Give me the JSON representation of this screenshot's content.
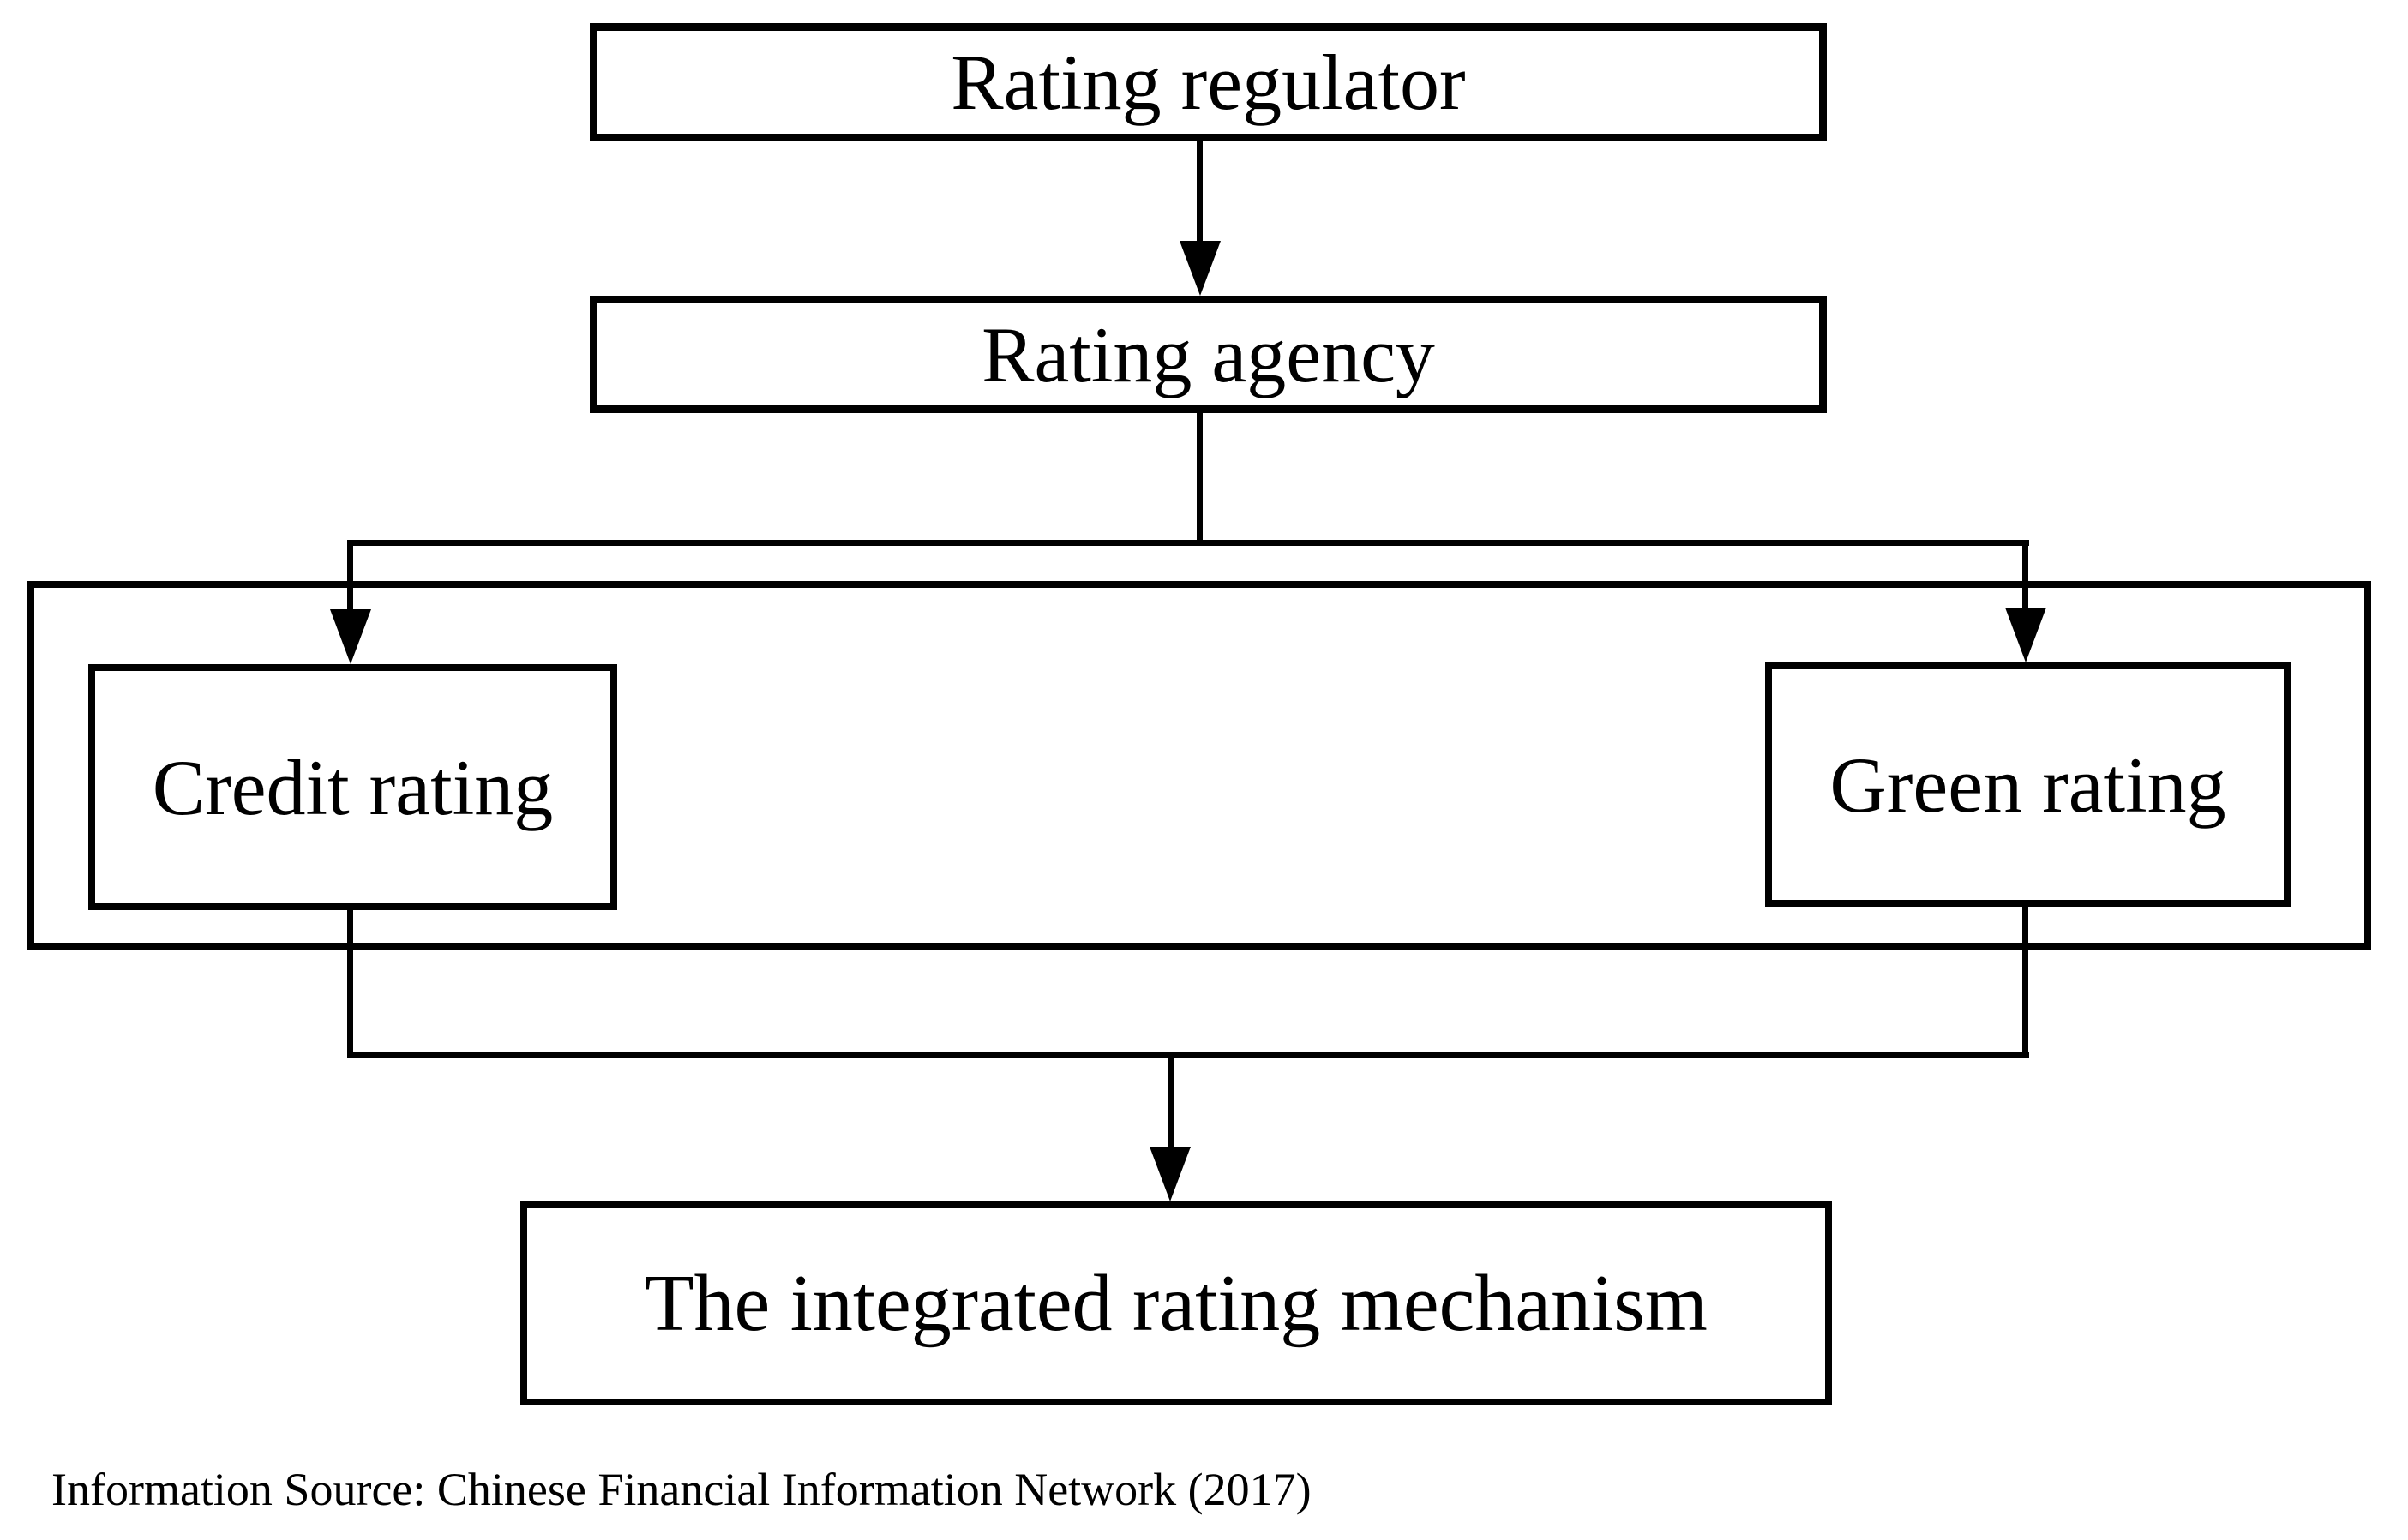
{
  "diagram": {
    "nodes": {
      "regulator": {
        "label": "Rating regulator"
      },
      "agency": {
        "label": "Rating agency"
      },
      "credit": {
        "label": "Credit rating"
      },
      "green": {
        "label": "Green rating"
      },
      "integrated": {
        "label": "The integrated rating mechanism"
      }
    },
    "edges": [
      {
        "from": "regulator",
        "to": "agency"
      },
      {
        "from": "agency",
        "to": "credit"
      },
      {
        "from": "agency",
        "to": "green"
      },
      {
        "from": "credit",
        "to": "integrated"
      },
      {
        "from": "green",
        "to": "integrated"
      }
    ],
    "caption": "Information Source: Chinese Financial Information Network (2017)",
    "colors": {
      "stroke": "#000000",
      "background": "#ffffff"
    }
  }
}
